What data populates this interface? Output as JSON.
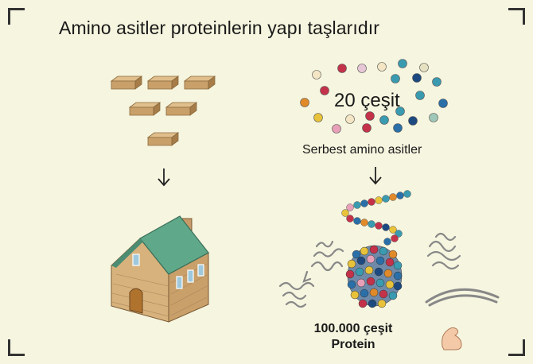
{
  "title": "Amino asitler proteinlerin yapı taşlarıdır",
  "amino_acids": {
    "count_label": "20 çeşit",
    "free_label": "Serbest amino asitler"
  },
  "protein": {
    "count_label": "100.000 çeşit",
    "name_label": "Protein"
  },
  "icons": [
    "building-block-icon",
    "down-arrow-icon",
    "house-icon",
    "amino-acid-bead-icon",
    "amino-acid-chain-icon",
    "protein-structure-icon",
    "muscle-arm-icon"
  ],
  "colors": {
    "background": "#f6f5df",
    "brick": "#c9a06a",
    "roof": "#5fa88a",
    "bead_red": "#c4324a",
    "bead_blue": "#2a6fa8",
    "bead_teal": "#3a9bb0",
    "bead_orange": "#e08a2a",
    "bead_yellow": "#e8c23a",
    "bead_pink": "#e7a0b8"
  }
}
